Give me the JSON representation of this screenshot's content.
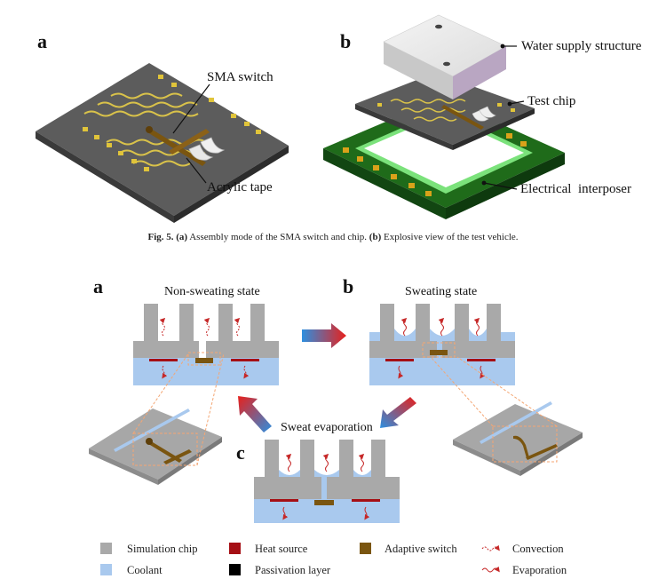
{
  "figure5": {
    "label_a": "a",
    "label_b": "b",
    "callout_sma_switch": "SMA switch",
    "callout_acrylic_tape": "Acrylic tape",
    "callout_water_supply": "Water supply structure",
    "callout_test_chip": "Test chip",
    "callout_interposer": "Electrical  interposer",
    "caption_prefix": "Fig. 5.",
    "caption_a": "(a)",
    "caption_a_text": " Assembly mode of the SMA switch and chip. ",
    "caption_b": "(b)",
    "caption_b_text": " Explosive view of the test vehicle."
  },
  "figure6": {
    "label_a": "a",
    "label_b": "b",
    "label_c": "c",
    "state_a": "Non-sweating state",
    "state_b": "Sweating state",
    "state_c": "Sweat evaporation"
  },
  "legend": [
    {
      "label": "Simulation chip",
      "color": "#a9a9a9",
      "icon": "square-swatch"
    },
    {
      "label": "Heat source",
      "color": "#a50f15",
      "icon": "square-swatch"
    },
    {
      "label": "Adaptive switch",
      "color": "#7a5510",
      "icon": "square-swatch"
    },
    {
      "label": "Convection",
      "color": "#c62828",
      "icon": "dashed-wave-arrow"
    },
    {
      "label": "Coolant",
      "color": "#a9c9ee",
      "icon": "square-swatch"
    },
    {
      "label": "Passivation layer",
      "color": "#000000",
      "icon": "square-swatch"
    },
    {
      "label": "Evaporation",
      "color": "#c62828",
      "icon": "wave-arrow"
    }
  ],
  "colors": {
    "chip_gray": "#a9a9a9",
    "coolant_blue": "#a9c9ee",
    "heat_red": "#a50f15",
    "switch_brown": "#7a5510",
    "pcb_green": "#1f6b1a",
    "trace_gold": "#d9c24a"
  }
}
